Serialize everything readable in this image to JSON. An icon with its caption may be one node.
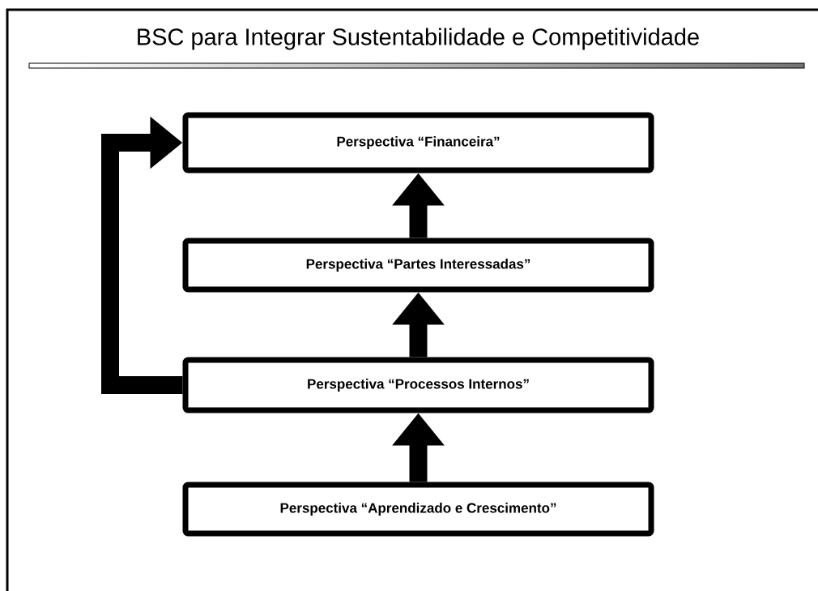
{
  "diagram": {
    "title": "BSC para Integrar  Sustentabilidade e Competitividade",
    "nodes": [
      {
        "text": [
          "Perspectiva “Financeira”"
        ]
      },
      {
        "text": [
          "Perspectiva “Partes Interessadas”"
        ]
      },
      {
        "text": [
          "Perspectiva “Processos Internos”"
        ]
      },
      {
        "text": [
          "Perspectiva “Aprendizado e Crescimento”"
        ]
      }
    ],
    "edges": [
      {
        "from": 1,
        "to": 0,
        "arrow": "to"
      },
      {
        "from": 2,
        "to": 1,
        "arrow": "to"
      },
      {
        "from": 3,
        "to": 2,
        "arrow": "to"
      },
      {
        "from": 2,
        "to": 0,
        "arrow": "to"
      }
    ]
  }
}
